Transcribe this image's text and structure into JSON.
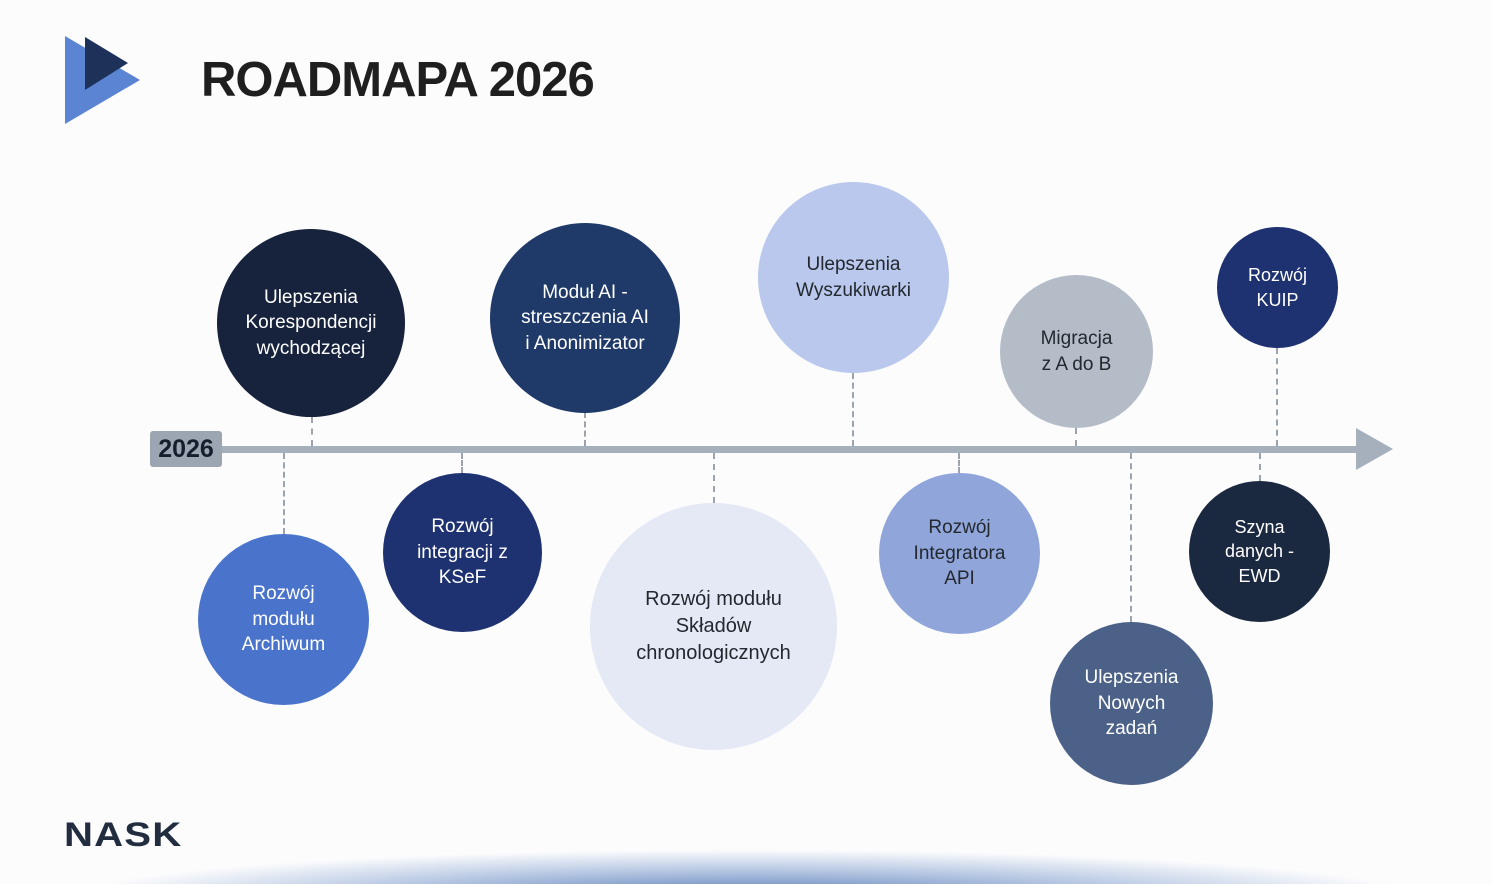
{
  "header": {
    "title": "ROADMAPA 2026"
  },
  "timeline": {
    "year_label": "2026"
  },
  "milestones": [
    {
      "label": "Ulepszenia\nKorespondencji\nwychodzącej",
      "side": "above",
      "color": "#17223c",
      "text_color": "#ffffff"
    },
    {
      "label": "Moduł AI -\nstreszczenia AI\ni Anonimizator",
      "side": "above",
      "color": "#1f3a69",
      "text_color": "#ffffff"
    },
    {
      "label": "Ulepszenia\nWyszukiwarki",
      "side": "above",
      "color": "#b9c8ec",
      "text_color": "#23282f"
    },
    {
      "label": "Migracja\nz A do B",
      "side": "above",
      "color": "#b4bcc7",
      "text_color": "#23282f"
    },
    {
      "label": "Rozwój\nKUIP",
      "side": "above",
      "color": "#1e3170",
      "text_color": "#ffffff"
    },
    {
      "label": "Rozwój\nmodułu\nArchiwum",
      "side": "below",
      "color": "#4a74cb",
      "text_color": "#ffffff"
    },
    {
      "label": "Rozwój\nintegracji z\nKSeF",
      "side": "below",
      "color": "#1e3170",
      "text_color": "#ffffff"
    },
    {
      "label": "Rozwój modułu\nSkładów\nchronologicznych",
      "side": "below",
      "color": "#e4e9f5",
      "text_color": "#23282f"
    },
    {
      "label": "Rozwój\nIntegratora\nAPI",
      "side": "below",
      "color": "#90a6db",
      "text_color": "#23282f"
    },
    {
      "label": "Ulepszenia\nNowych\nzadań",
      "side": "below",
      "color": "#4c6187",
      "text_color": "#ffffff"
    },
    {
      "label": "Szyna\ndanych -\nEWD",
      "side": "below",
      "color": "#1b2940",
      "text_color": "#ffffff"
    }
  ],
  "footer": {
    "brand": "NASK"
  },
  "colors": {
    "timeline": "#a6b0bd",
    "connector": "#9aa3ae",
    "year_chip_bg": "#9ca6b2",
    "title_text": "#1f1f1f",
    "logo_light_triangle": "#5b84d3",
    "logo_dark_triangle": "#1d3159",
    "bottom_glow": "#4f74b8"
  }
}
